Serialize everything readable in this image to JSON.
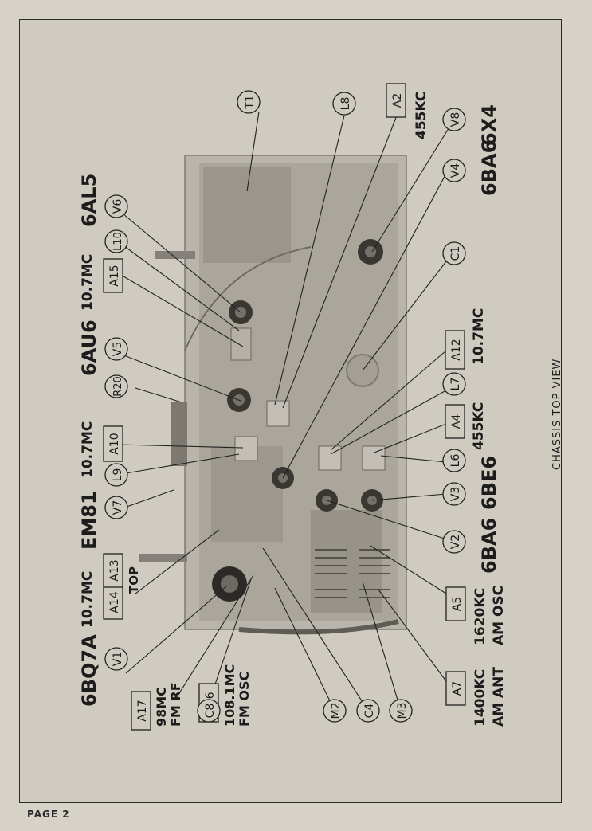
{
  "page": {
    "number_label": "PAGE 2"
  },
  "figure": {
    "caption": "CHASSIS TOP VIEW",
    "rows": {
      "r1": {
        "tubes": [
          "6BQ7A",
          "EM81",
          "6AU6",
          "6AL5"
        ],
        "freqs": [
          "10.7MC",
          "10.7MC",
          "10.7MC"
        ],
        "circles": [
          "V1",
          "V7",
          "L9",
          "R20",
          "V5",
          "L10",
          "V6"
        ],
        "boxes": [
          "A14",
          "A13",
          "A10",
          "A15"
        ],
        "top_label": "TOP"
      },
      "r2": {
        "boxes": [
          "A17",
          "A16"
        ],
        "labels": [
          "98MC",
          "FM RF",
          "108.1MC",
          "FM OSC"
        ],
        "circles": [
          "C8",
          "M2",
          "C4",
          "M3"
        ]
      },
      "r3": {
        "circles": [
          "T1",
          "L8",
          "V8",
          "V4",
          "C1",
          "L7",
          "L6",
          "V3",
          "V2"
        ],
        "boxes": [
          "A2",
          "A12",
          "A4",
          "A5",
          "A7"
        ],
        "labels": [
          "455KC",
          "10.7MC",
          "455KC",
          "1620KC",
          "AM OSC",
          "1400KC",
          "AM ANT"
        ],
        "tubes": [
          "6X4",
          "6BA6",
          "6BE6",
          "6BA6"
        ]
      }
    }
  }
}
